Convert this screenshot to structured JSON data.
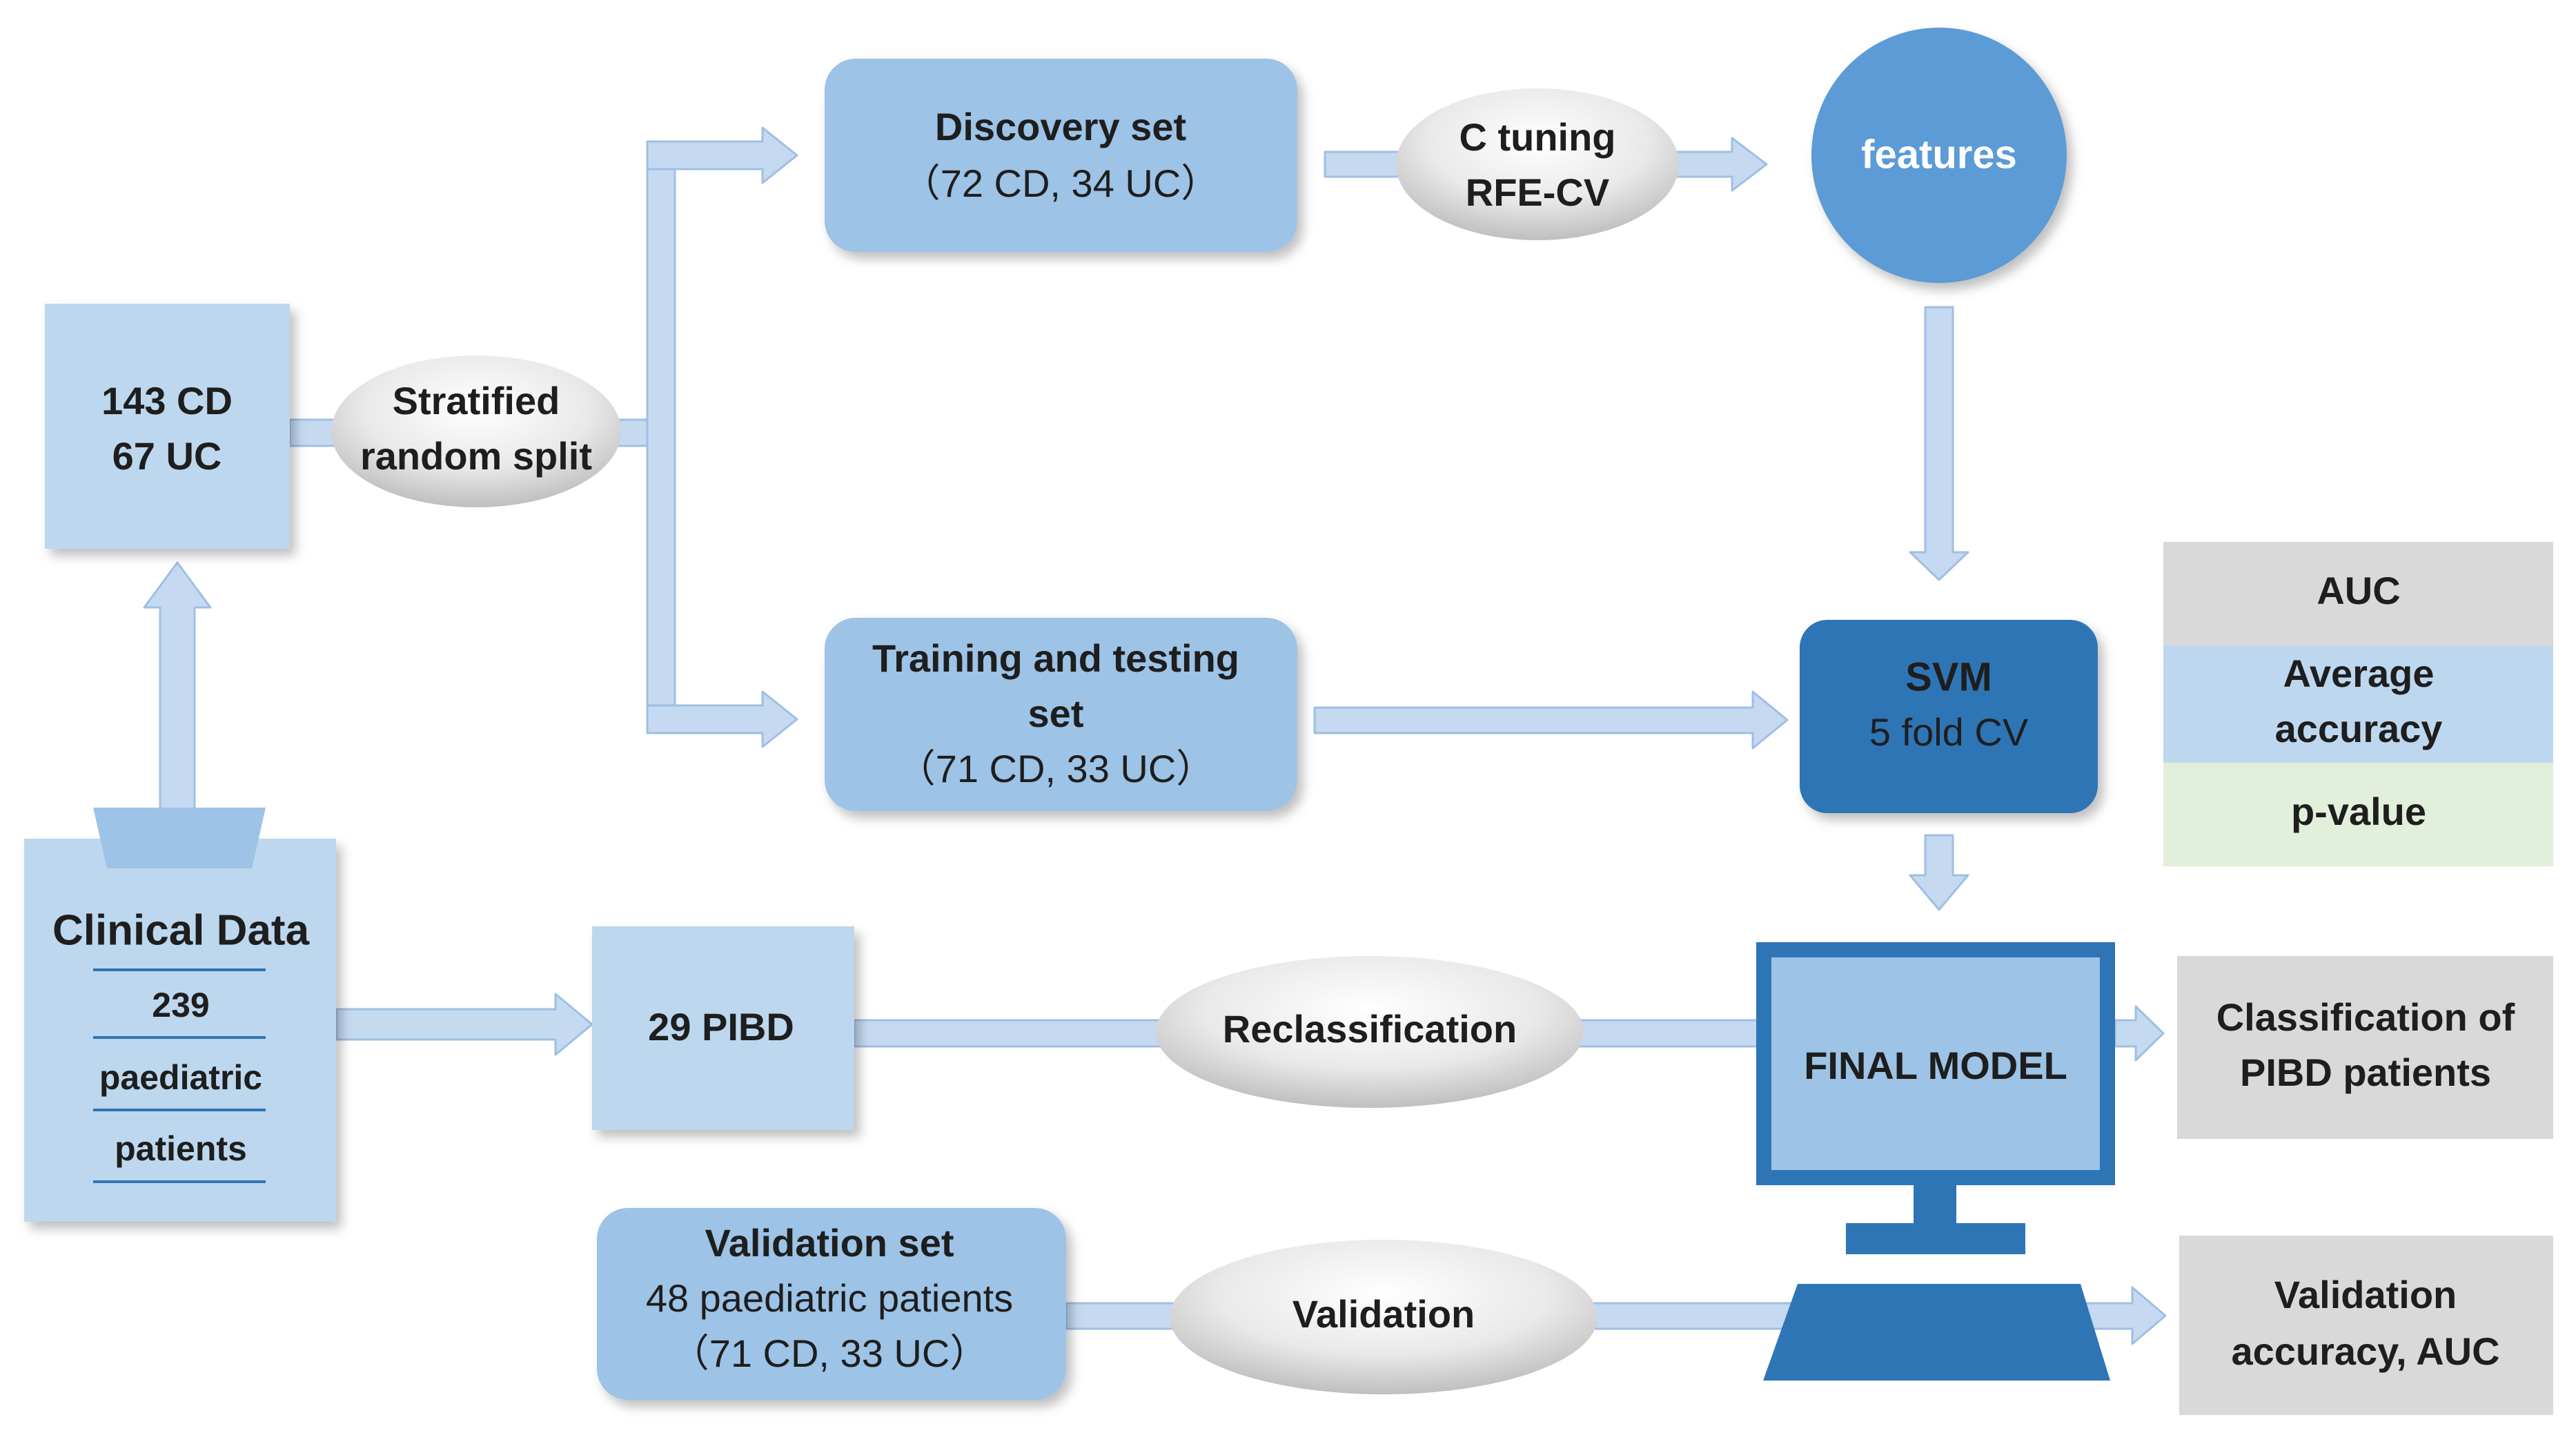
{
  "nodes": {
    "cohort": {
      "line1": "143 CD",
      "line2": "67 UC"
    },
    "split": {
      "line1": "Stratified",
      "line2": "random split"
    },
    "discovery": {
      "title": "Discovery set",
      "sub": "（72 CD, 34 UC）"
    },
    "tuning": {
      "line1": "C tuning",
      "line2": "RFE-CV"
    },
    "features": {
      "label": "features"
    },
    "training": {
      "line1": "Training and testing",
      "line2": "set",
      "sub": "（71 CD, 33 UC）"
    },
    "svm": {
      "title": "SVM",
      "sub": "5 fold CV"
    },
    "clinical": {
      "title": "Clinical Data",
      "line1": "239",
      "line2": "paediatric",
      "line3": "patients"
    },
    "pibd": {
      "label": "29 PIBD"
    },
    "reclass": {
      "label": "Reclassification"
    },
    "final": {
      "label": "FINAL MODEL"
    },
    "classification": {
      "line1": "Classification of",
      "line2": "PIBD patients"
    },
    "validation_set": {
      "title": "Validation set",
      "line1": "48  paediatric patients",
      "sub": "（71 CD, 33 UC）"
    },
    "validation": {
      "label": "Validation"
    },
    "val_out": {
      "line1": "Validation",
      "line2": "accuracy, AUC"
    }
  },
  "metrics": {
    "auc": "AUC",
    "avg1": "Average",
    "avg2": "accuracy",
    "pvalue": "p-value"
  },
  "colors": {
    "box_blue": "#9dc3e6",
    "box_light": "#bdd7ee",
    "circle": "#5b9bd5",
    "svm": "#2e75b6",
    "monitor": "#2e75b6",
    "arrow": "#c5d9f1",
    "gray": "#d9d9d9",
    "green": "#e2efda"
  }
}
